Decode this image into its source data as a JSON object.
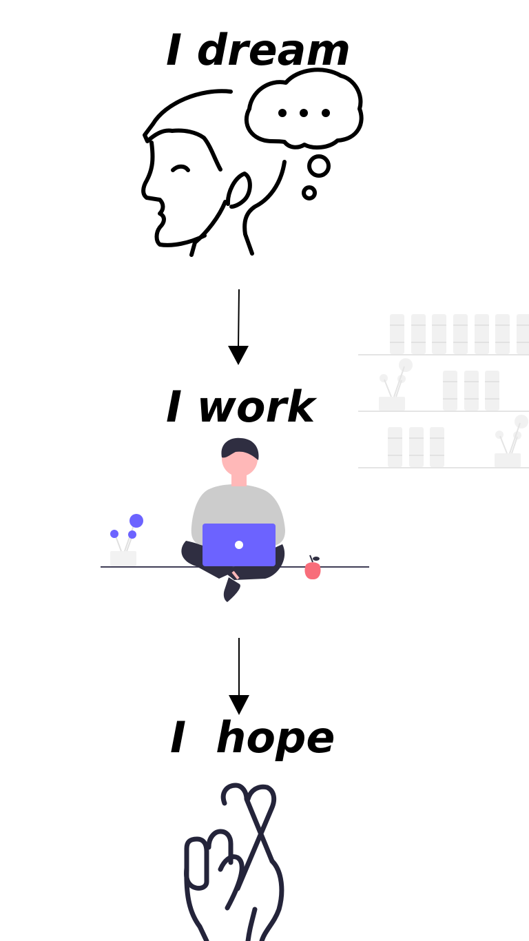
{
  "captions": {
    "dream": "I dream",
    "work": "I work",
    "hope": "I  hope"
  },
  "icons": {
    "dream": "thinking-head-icon",
    "work": "person-with-laptop-illustration",
    "hope": "crossed-fingers-icon",
    "arrow": "arrow-down-icon"
  },
  "colors": {
    "ink": "#000000",
    "accent": "#6c63ff",
    "skin": "#ffb8b8",
    "hair": "#2f2e41",
    "sweater": "#cccccc",
    "apple": "#f86d7a",
    "shelf": "#e6e6e6",
    "hand": "#24243a"
  }
}
